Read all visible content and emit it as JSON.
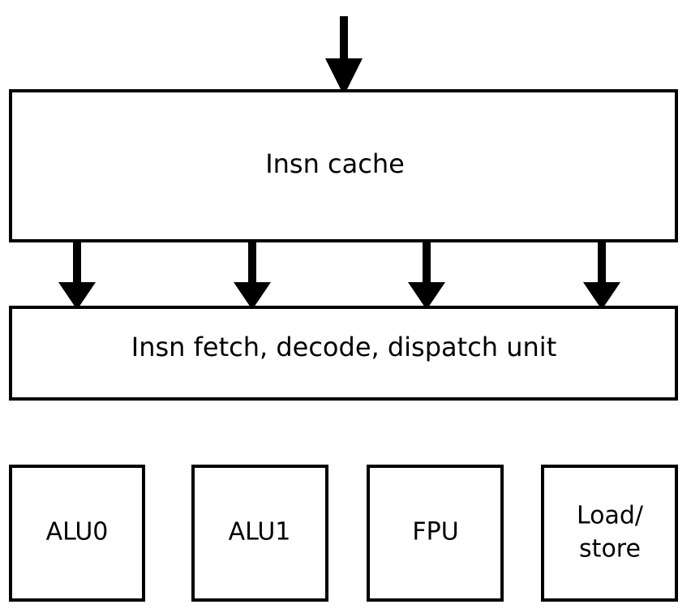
{
  "diagram": {
    "insn_cache": {
      "label": "Insn cache"
    },
    "fetch_unit": {
      "label": "Insn fetch, decode, dispatch unit"
    },
    "exec_units": [
      {
        "id": "alu0",
        "label": "ALU0"
      },
      {
        "id": "alu1",
        "label": "ALU1"
      },
      {
        "id": "fpu",
        "label": "FPU"
      },
      {
        "id": "load-store",
        "label_line1": "Load/",
        "label_line2": "store"
      }
    ],
    "colors": {
      "stroke": "#000000",
      "fill": "#ffffff"
    }
  }
}
